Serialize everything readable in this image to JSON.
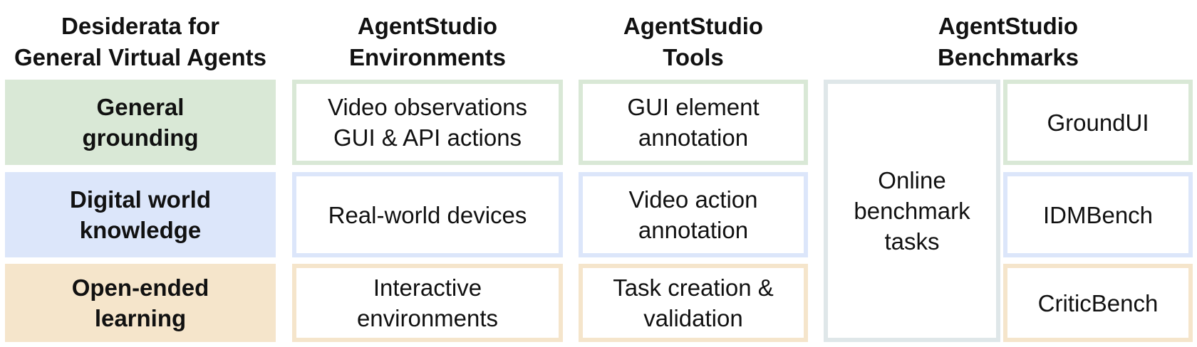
{
  "headers": {
    "desiderata": "Desiderata for\nGeneral Virtual Agents",
    "environments": "AgentStudio\nEnvironments",
    "tools": "AgentStudio\nTools",
    "benchmarks": "AgentStudio\nBenchmarks"
  },
  "desiderata": [
    "General\ngrounding",
    "Digital world\nknowledge",
    "Open-ended\nlearning"
  ],
  "environments": [
    "Video observations\nGUI & API actions",
    "Real-world devices",
    "Interactive\nenvironments"
  ],
  "tools": [
    "GUI element\nannotation",
    "Video action\nannotation",
    "Task creation &\nvalidation"
  ],
  "benchmarks": {
    "online": "Online\nbenchmark\ntasks",
    "items": [
      "GroundUI",
      "IDMBench",
      "CriticBench"
    ]
  },
  "colors": {
    "green": "#d9e8d6",
    "blue": "#dce6fa",
    "orange": "#f5e5cb",
    "neutral": "#dfe7e9"
  }
}
